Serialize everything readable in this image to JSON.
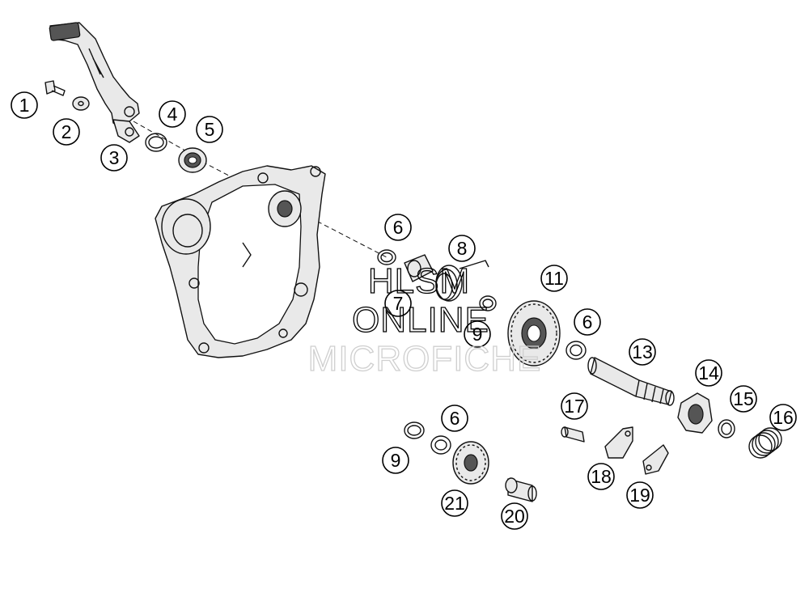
{
  "callouts": [
    {
      "id": "c1",
      "label": "1"
    },
    {
      "id": "c2",
      "label": "2"
    },
    {
      "id": "c3",
      "label": "3"
    },
    {
      "id": "c4",
      "label": "4"
    },
    {
      "id": "c5",
      "label": "5"
    },
    {
      "id": "c6a",
      "label": "6"
    },
    {
      "id": "c7",
      "label": "7"
    },
    {
      "id": "c8",
      "label": "8"
    },
    {
      "id": "c9a",
      "label": "9"
    },
    {
      "id": "c11",
      "label": "11"
    },
    {
      "id": "c6b",
      "label": "6"
    },
    {
      "id": "c13",
      "label": "13"
    },
    {
      "id": "c14",
      "label": "14"
    },
    {
      "id": "c15",
      "label": "15"
    },
    {
      "id": "c16",
      "label": "16"
    },
    {
      "id": "c17",
      "label": "17"
    },
    {
      "id": "c18",
      "label": "18"
    },
    {
      "id": "c19",
      "label": "19"
    },
    {
      "id": "c6c",
      "label": "6"
    },
    {
      "id": "c9b",
      "label": "9"
    },
    {
      "id": "c21",
      "label": "21"
    },
    {
      "id": "c20",
      "label": "20"
    }
  ],
  "watermark": {
    "line1": "HLSM",
    "line2": "ONLINE",
    "line3": "MICROFICHE"
  }
}
